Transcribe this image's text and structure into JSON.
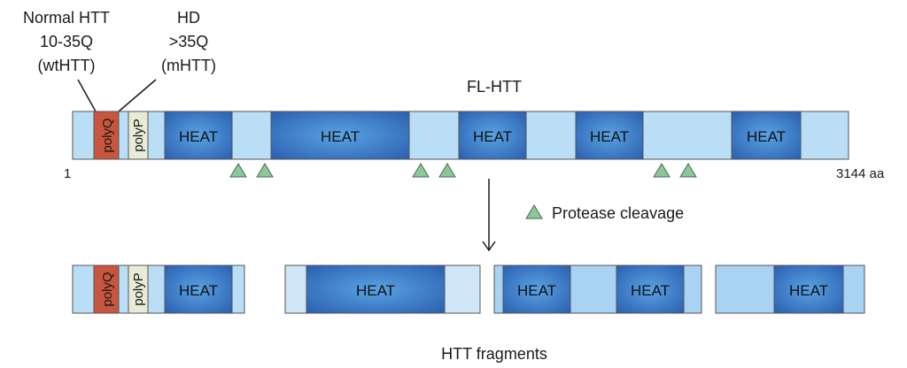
{
  "labels": {
    "normal_line1": "Normal HTT",
    "normal_line2": "10-35Q",
    "normal_line3": "(wtHTT)",
    "hd_line1": "HD",
    "hd_line2": ">35Q",
    "hd_line3": "(mHTT)",
    "flhtt": "FL-HTT",
    "start_pos": "1",
    "end_pos": "3144 aa",
    "protease": "Protease cleavage",
    "fragments": "HTT fragments"
  },
  "domains": {
    "polyq": "polyQ",
    "polyp": "polyP",
    "heat": "HEAT"
  },
  "colors": {
    "light_bar": "#b9def5",
    "heat_light": "#5aa3e3",
    "heat_dark": "#2a5fb0",
    "polyq": "#c8553d",
    "polyp": "#e8ecd6",
    "triangle": "#8cc79a"
  }
}
